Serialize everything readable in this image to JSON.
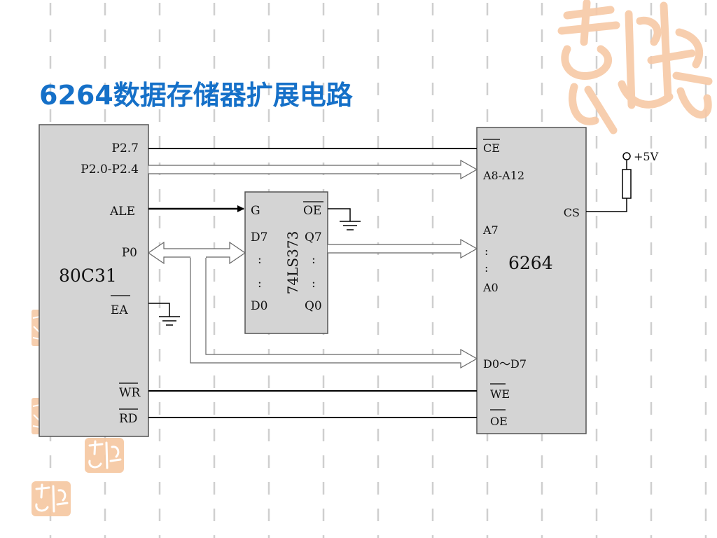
{
  "slide": {
    "title": "6264数据存储器扩展电路",
    "watermark_text": "吉祥如意",
    "accent_color": "#1570c8",
    "watermark_color": "#f7c9a6"
  },
  "diagram": {
    "cpu": {
      "name": "80C31",
      "pins": {
        "p27": "P2.7",
        "p20_24": "P2.0-P2.4",
        "ale": "ALE",
        "p0": "P0",
        "ea": "EA",
        "wr": "WR",
        "rd": "RD"
      }
    },
    "latch": {
      "name": "74LS373",
      "pins": {
        "g": "G",
        "oe": "OE",
        "d7": "D7",
        "q7": "Q7",
        "d0": "D0",
        "q0": "Q0",
        "dots": ":"
      }
    },
    "memory": {
      "name": "6264",
      "pins": {
        "ce": "CE",
        "a8_a12": "A8-A12",
        "cs": "CS",
        "a7": "A7",
        "dots": ":",
        "a0": "A0",
        "data_bus": "D0～D7",
        "we": "WE",
        "oe": "OE"
      }
    },
    "supply": "+5V"
  },
  "colors": {
    "chip_fill": "#d4d4d4",
    "chip_stroke": "#555555",
    "wire": "#000000",
    "grid_dash": "#cfcfcf"
  }
}
